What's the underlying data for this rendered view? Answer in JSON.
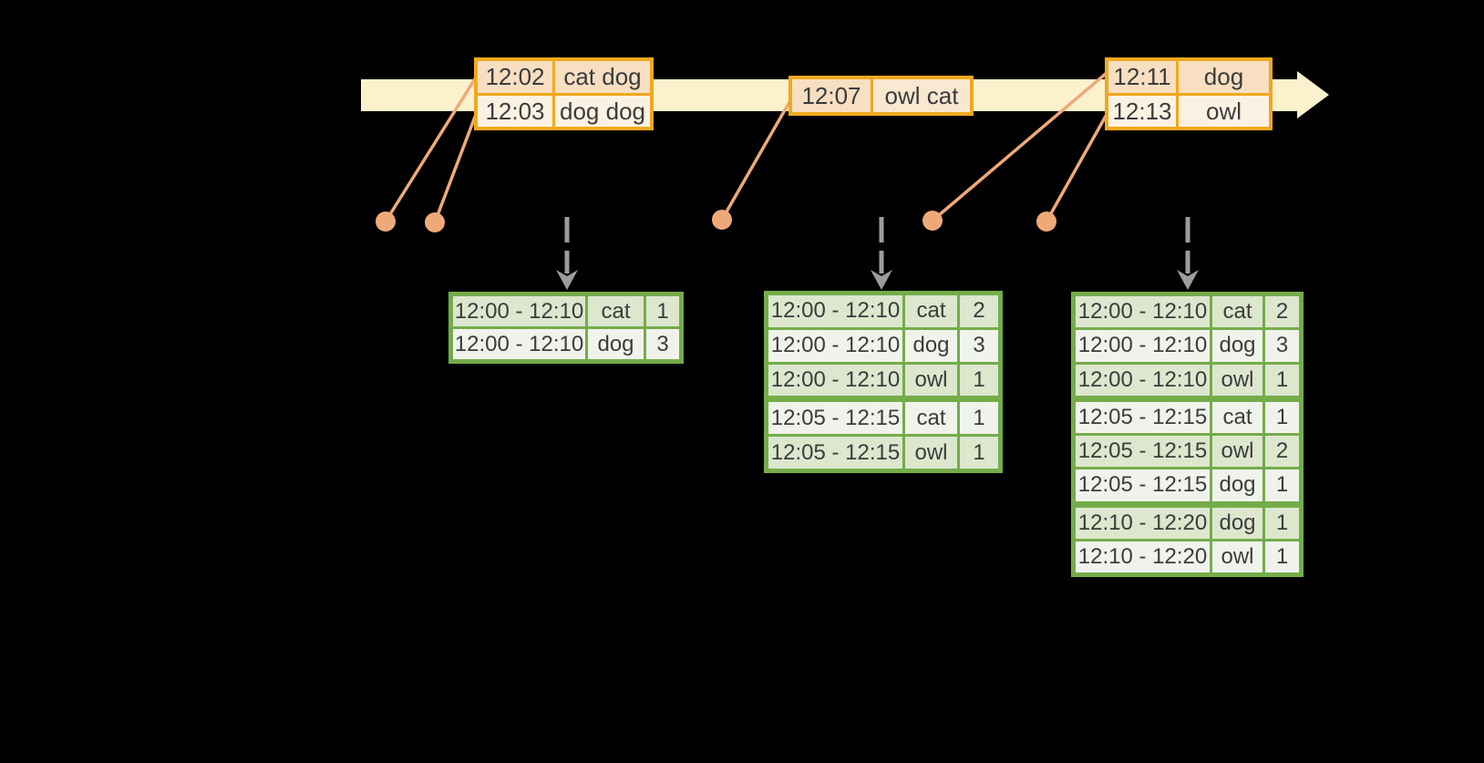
{
  "colors": {
    "background": "#000000",
    "timeline_fill": "#FBF2CD",
    "event_border": "#F0A81E",
    "event_row_peach": "#F8DFC2",
    "event_row_cream": "#FCF2E3",
    "event_row_softcream": "#FAE7D0",
    "marker_salmon": "#EFA979",
    "result_border": "#74AC4A",
    "result_row_sage": "#DCE7CE",
    "result_row_light": "#F0F3EB",
    "trigger_arrow_gray": "#9C9C9C",
    "text": "#3C3C3C"
  },
  "timeline": {
    "direction": "right"
  },
  "event_tables": [
    {
      "rows": [
        {
          "time": "12:02",
          "words": "cat dog",
          "tone": "peach"
        },
        {
          "time": "12:03",
          "words": "dog dog",
          "tone": "cream"
        }
      ]
    },
    {
      "rows": [
        {
          "time": "12:07",
          "words": "owl cat",
          "tone": "peach",
          "words_tone": "softcream"
        }
      ]
    },
    {
      "rows": [
        {
          "time": "12:11",
          "words": "dog",
          "tone": "peach"
        },
        {
          "time": "12:13",
          "words": "owl",
          "tone": "cream"
        }
      ]
    }
  ],
  "result_tables": [
    {
      "group_breaks": [],
      "rows": [
        {
          "window": "12:00 - 12:10",
          "word": "cat",
          "count": "1"
        },
        {
          "window": "12:00 - 12:10",
          "word": "dog",
          "count": "3"
        }
      ]
    },
    {
      "group_breaks": [
        3
      ],
      "rows": [
        {
          "window": "12:00 - 12:10",
          "word": "cat",
          "count": "2"
        },
        {
          "window": "12:00 - 12:10",
          "word": "dog",
          "count": "3"
        },
        {
          "window": "12:00 - 12:10",
          "word": "owl",
          "count": "1"
        },
        {
          "window": "12:05 - 12:15",
          "word": "cat",
          "count": "1"
        },
        {
          "window": "12:05 - 12:15",
          "word": "owl",
          "count": "1"
        }
      ]
    },
    {
      "group_breaks": [
        3,
        6
      ],
      "rows": [
        {
          "window": "12:00 - 12:10",
          "word": "cat",
          "count": "2"
        },
        {
          "window": "12:00 - 12:10",
          "word": "dog",
          "count": "3"
        },
        {
          "window": "12:00 - 12:10",
          "word": "owl",
          "count": "1"
        },
        {
          "window": "12:05 - 12:15",
          "word": "cat",
          "count": "1"
        },
        {
          "window": "12:05 - 12:15",
          "word": "owl",
          "count": "2"
        },
        {
          "window": "12:05 - 12:15",
          "word": "dog",
          "count": "1"
        },
        {
          "window": "12:10 - 12:20",
          "word": "dog",
          "count": "1"
        },
        {
          "window": "12:10 - 12:20",
          "word": "owl",
          "count": "1"
        }
      ]
    }
  ]
}
